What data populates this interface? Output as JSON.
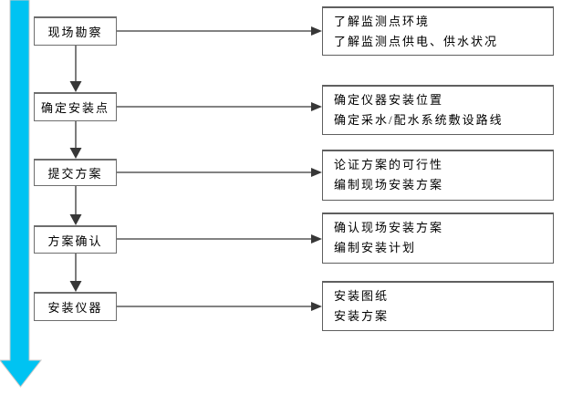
{
  "colors": {
    "timeline_arrow": "#00c3f2",
    "timeline_arrow_outline": "#c9c9c9",
    "connector": "#373737",
    "box_border": "#6e6e6e",
    "text": "#000000",
    "background": "#ffffff"
  },
  "flow": {
    "steps": [
      {
        "label": "现场勘察",
        "outputs": [
          "了解监测点环境",
          "了解监测点供电、供水状况"
        ]
      },
      {
        "label": "确定安装点",
        "outputs": [
          "确定仪器安装位置",
          "确定采水/配水系统敷设路线"
        ]
      },
      {
        "label": "提交方案",
        "outputs": [
          "论证方案的可行性",
          "编制现场安装方案"
        ]
      },
      {
        "label": "方案确认",
        "outputs": [
          "确认现场安装方案",
          "编制安装计划"
        ]
      },
      {
        "label": "安装仪器",
        "outputs": [
          "安装图纸",
          "安装方案"
        ]
      }
    ]
  }
}
